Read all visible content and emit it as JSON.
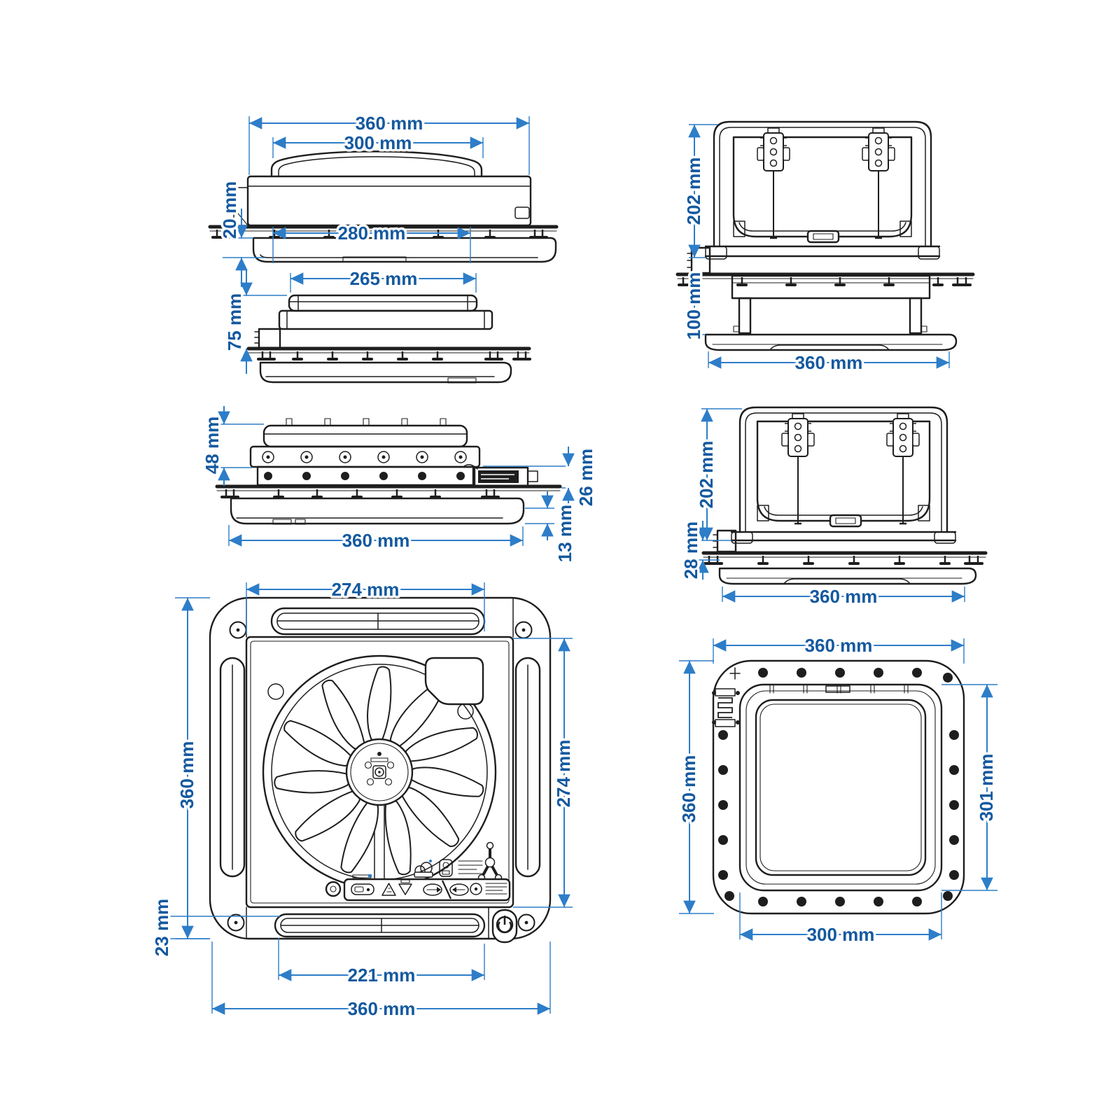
{
  "unit": "mm",
  "colors": {
    "dimension_line": "#2d7dc8",
    "dimension_text": "#14599f",
    "line_art": "#1e1e1e",
    "background": "#ffffff"
  },
  "views": {
    "side_closed": {
      "dims": {
        "overall_width": "360 mm",
        "lid_width": "300 mm",
        "inner_trim_height": "20 mm",
        "inner_trim_width": "280 mm"
      }
    },
    "side_low_profile": {
      "dims": {
        "lid_top_width": "265 mm",
        "height_above_roof": "75 mm"
      }
    },
    "side_mounted": {
      "dims": {
        "upper_height": "48 mm",
        "below_roof_height": "26 mm",
        "trim_depth": "13 mm",
        "overall_width": "360 mm"
      }
    },
    "top_fan": {
      "dims": {
        "upper_vent_width": "274 mm",
        "overall_depth": "360 mm",
        "inner_frame_depth": "274 mm",
        "corner_inset": "23 mm",
        "lower_vent_width": "221 mm",
        "overall_width": "360 mm"
      }
    },
    "front_open_thick_roof": {
      "dims": {
        "lid_open_height": "202 mm",
        "roof_adapter_height": "100 mm",
        "overall_width": "360 mm"
      }
    },
    "front_open_thin_roof": {
      "dims": {
        "lid_open_height": "202 mm",
        "roof_adapter_height": "28 mm",
        "overall_width": "360 mm"
      }
    },
    "bottom_frame": {
      "dims": {
        "overall_width": "360 mm",
        "overall_depth": "360 mm",
        "opening_depth": "301 mm",
        "opening_width": "300 mm"
      }
    }
  }
}
